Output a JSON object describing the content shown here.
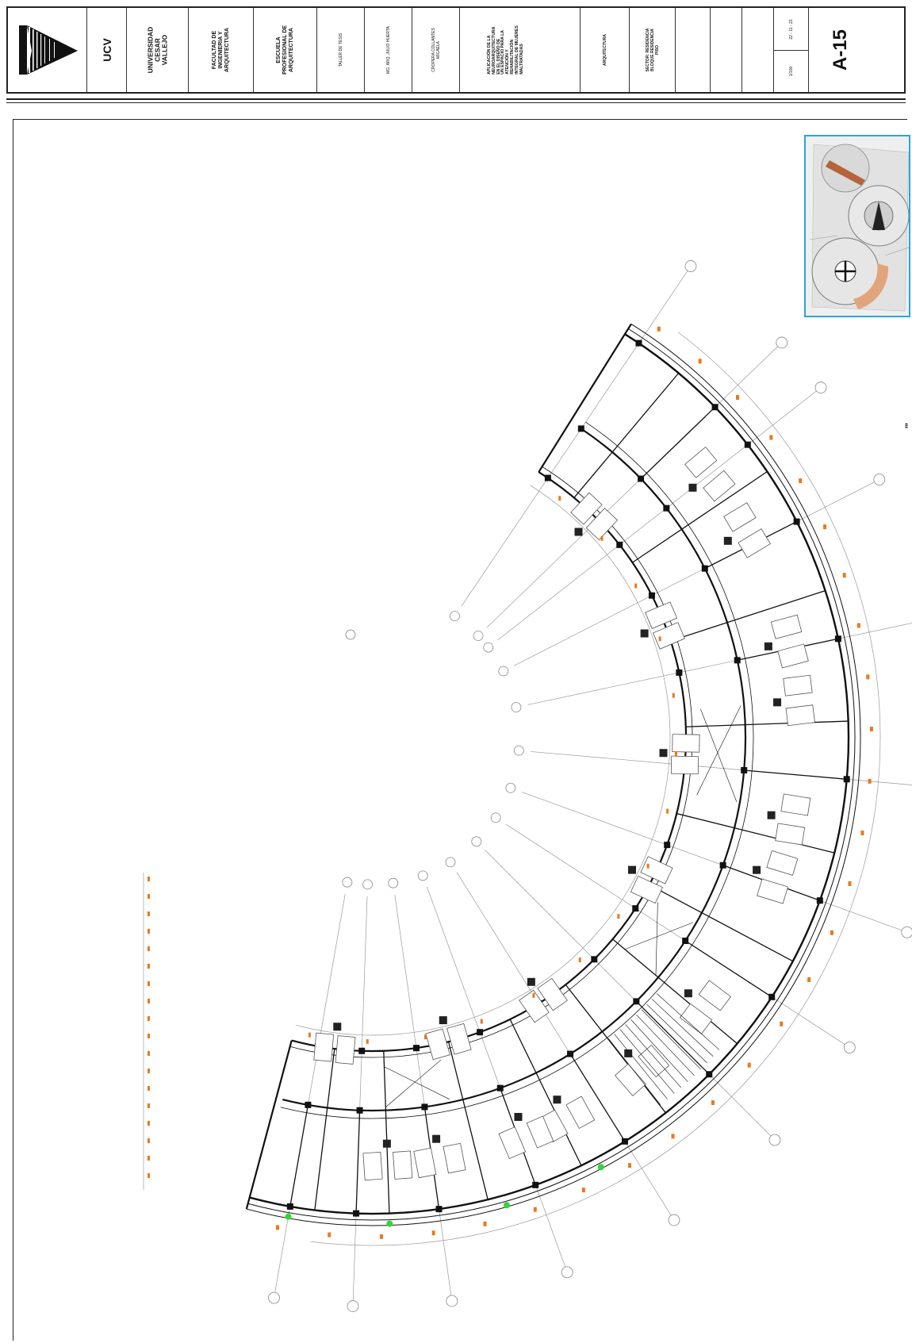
{
  "title_block": {
    "acronym": "UCV",
    "university": [
      "UNIVERSIDAD",
      "CESAR",
      "VALLEJO"
    ],
    "faculty": [
      "FACULTAD DE",
      "INGENIERIA Y",
      "ARQUITECTURA"
    ],
    "school": [
      "ESCUELA",
      "PROFESIONAL DE",
      "ARQUITECTURA"
    ],
    "course": "TALLER DE TESIS",
    "advisor": "MG. ARQ. JULIO HUERTA",
    "student": [
      "CROPERA COLLANTES",
      "MICAELA"
    ],
    "project": [
      "APLICACIÓN DE LA",
      "NEUROARQUITECTURA",
      "EN EL DISEÑO DE",
      "UN ESPACIO PARA LA",
      "ATENCIÓN Y",
      "REHABILITACIÓN",
      "INTEGRAL DE MUJERES",
      "MALTRATADAS"
    ],
    "specialty": "ARQUITECTURA",
    "plan_title": [
      "SECTOR: RESIDENCIA",
      "BLOQUE RESIDENCIA",
      "PISO"
    ],
    "scale": "1/100",
    "date": "22 - 11 - 22",
    "sheet_number": "A-15"
  }
}
